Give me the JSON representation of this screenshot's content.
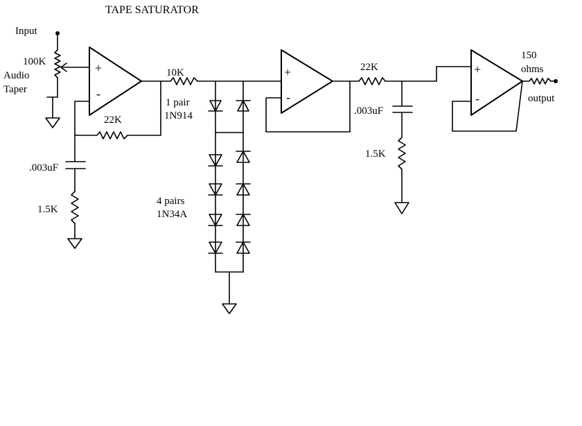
{
  "title": "TAPE SATURATOR",
  "labels": {
    "input": "Input",
    "pot_value": "100K",
    "pot_type_1": "Audio",
    "pot_type_2": "Taper",
    "r_series_1": "10K",
    "r_feedback_1": "22K",
    "cap_1": ".003uF",
    "r_ground_1": "1.5K",
    "diode_pair_count": "1 pair",
    "diode_pair_part": "1N914",
    "diode_stack_count": "4 pairs",
    "diode_stack_part": "1N34A",
    "r_series_2": "22K",
    "cap_2": ".003uF",
    "r_ground_2": "1.5K",
    "out_impedance_value": "150",
    "out_impedance_unit": "ohms",
    "output": "output"
  },
  "opamp_signs": {
    "plus": "+",
    "minus": "-"
  }
}
